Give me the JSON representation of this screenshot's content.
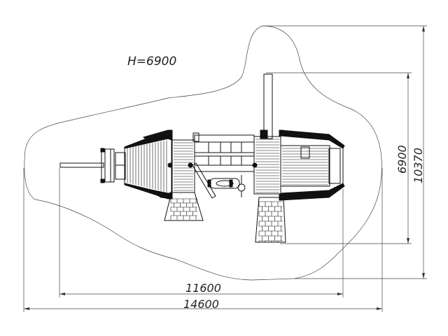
{
  "height_label": "H=6900",
  "dimensions": {
    "width_inner": "11600",
    "width_outer": "14600",
    "depth_inner": "6900",
    "depth_outer": "10370"
  },
  "colors": {
    "line": "#111111",
    "background": "#ffffff"
  }
}
